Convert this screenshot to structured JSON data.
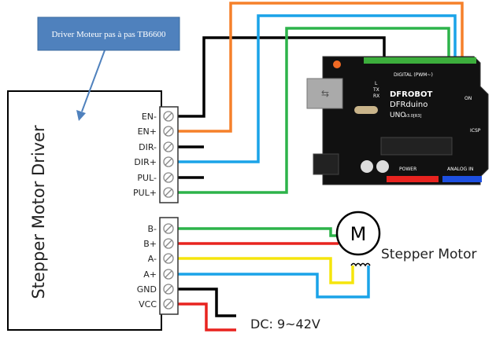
{
  "callout": {
    "text": "Driver Moteur pas à pas TB6600",
    "color": "#4f81bd"
  },
  "driver": {
    "title": "Stepper Motor Driver",
    "control_terminals": [
      "EN-",
      "EN+",
      "DIR-",
      "DIR+",
      "PUL-",
      "PUL+"
    ],
    "power_terminals": [
      "B-",
      "B+",
      "A-",
      "A+",
      "GND",
      "VCC"
    ]
  },
  "motor": {
    "symbol": "M",
    "label": "Stepper Motor"
  },
  "power": {
    "label": "DC: 9~42V"
  },
  "board": {
    "brand": "DFROBOT",
    "model": "DFRduino",
    "version": "UNO",
    "version_suffix": "v3.0[R3]",
    "digital_label": "DIGITAL (PWM~)",
    "power_label": "POWER",
    "analog_label": "ANALOG IN",
    "on_label": "ON",
    "icsp_label": "ICSP",
    "leds": [
      "L",
      "TX",
      "RX"
    ]
  },
  "wire_colors": {
    "orange": "#f5802a",
    "blue": "#1aa3e8",
    "green": "#2db34a",
    "black": "#000000",
    "red": "#e8231f",
    "yellow": "#f5e50c"
  }
}
